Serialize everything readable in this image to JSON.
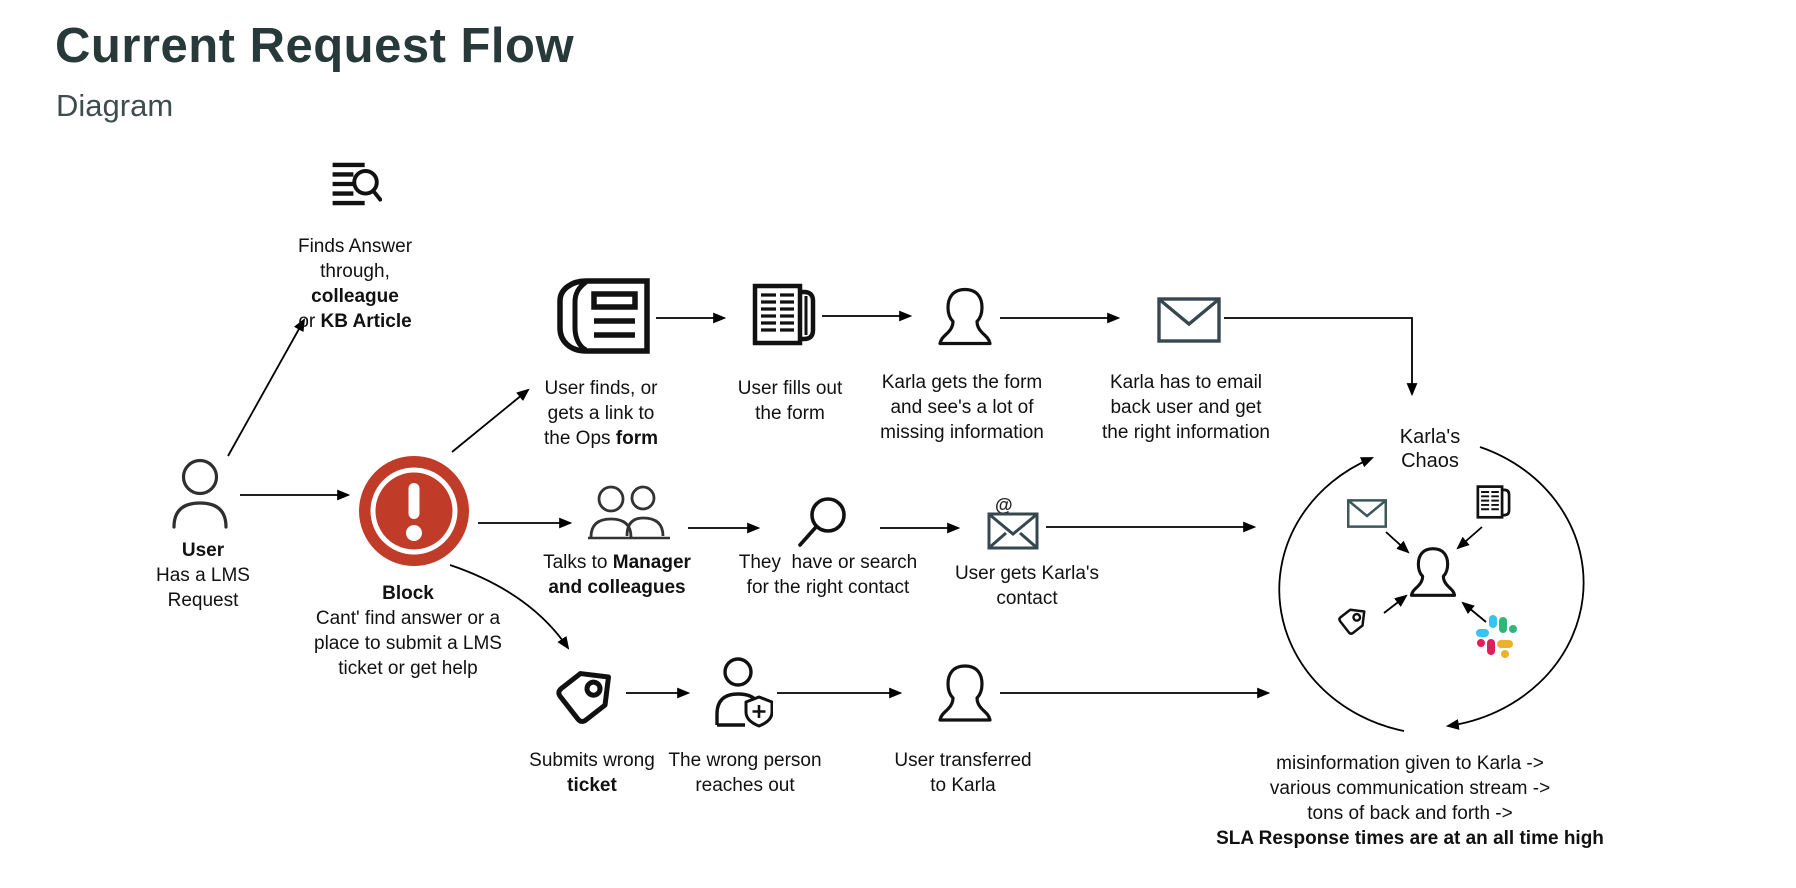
{
  "header": {
    "title": "Current Request Flow",
    "subtitle": "Diagram"
  },
  "colors": {
    "title_teal": "#273938",
    "block_red": "#c03b28",
    "ink": "#111111",
    "slack_blue": "#36C5F0",
    "slack_green": "#2EB67D",
    "slack_red": "#E01E5A",
    "slack_yellow": "#ECB22E"
  },
  "icons": {
    "finds_answer": "text-search-icon",
    "user": "person-outline-icon",
    "block": "alert-circle-icon",
    "ops_form": "form-document-icon",
    "fill_form": "newspaper-icon",
    "karla": "woman-silhouette-icon",
    "email": "envelope-icon",
    "manager": "people-pair-icon",
    "search": "magnifier-icon",
    "contact": "email-at-icon",
    "ticket": "tag-icon",
    "wrong_person": "person-shield-icon",
    "slack": "slack-logo-icon"
  },
  "nodes": {
    "finds_answer": {
      "l1": "Finds Answer",
      "l2": "through,",
      "l3": "colleague",
      "l4a": "or ",
      "l4b": "KB Article"
    },
    "user": {
      "l1": "User",
      "l2": "Has a LMS",
      "l3": "Request"
    },
    "block": {
      "l1": "Block",
      "l2": "Cant' find answer or a",
      "l3": "place to submit a LMS",
      "l4": "ticket or get help"
    },
    "ops_form": {
      "l1": "User finds, or",
      "l2": "gets a link to",
      "l3a": "the Ops ",
      "l3b": "form"
    },
    "fill_form": {
      "l1": "User fills out",
      "l2": "the form"
    },
    "karla_form": {
      "l1": "Karla gets the form",
      "l2": "and see's a lot of",
      "l3": "missing information"
    },
    "karla_email": {
      "l1": "Karla has to email",
      "l2": "back user and get",
      "l3": "the right information"
    },
    "manager": {
      "l1a": "Talks to ",
      "l1b": "Manager",
      "l2": "and colleagues"
    },
    "search_contact": {
      "l1": "They  have or search",
      "l2": "for the right contact"
    },
    "gets_contact": {
      "l1": "User gets Karla's",
      "l2": "contact"
    },
    "wrong_ticket": {
      "l1": "Submits wrong",
      "l2": "ticket"
    },
    "wrong_person": {
      "l1": "The wrong person",
      "l2": "reaches out"
    },
    "transferred": {
      "l1": "User transferred",
      "l2": "to Karla"
    },
    "chaos": {
      "l1": "Karla's",
      "l2": "Chaos"
    },
    "outcome": {
      "l1": "misinformation given to Karla ->",
      "l2": "various communication stream ->",
      "l3": "tons of back and forth ->",
      "l4": "SLA Response times are at an all time high"
    }
  }
}
